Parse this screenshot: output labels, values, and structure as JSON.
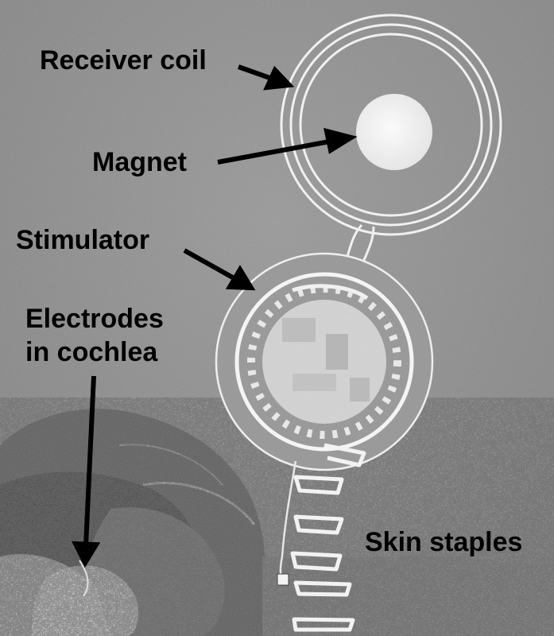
{
  "labels": {
    "receiver_coil": "Receiver coil",
    "magnet": "Magnet",
    "stimulator": "Stimulator",
    "electrodes_line1": "Electrodes",
    "electrodes_line2": "in cochlea",
    "skin_staples": "Skin staples"
  },
  "colors": {
    "background": "#8a8a8a",
    "implant": "#f2f2f2",
    "label_text": "#000000"
  }
}
